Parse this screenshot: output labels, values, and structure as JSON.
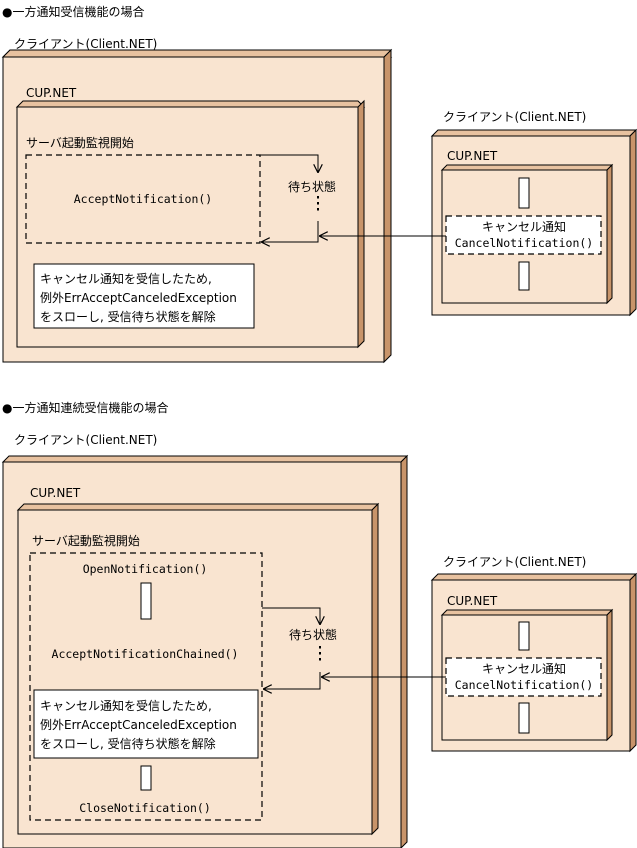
{
  "diagram1": {
    "section_title": "●一方通知受信機能の場合",
    "server_client_label": "クライアント(Client.NET)",
    "server_cup_label": "CUP.NET",
    "monitor_label": "サーバ起動監視開始",
    "accept_method": "AcceptNotification()",
    "wait_label": "待ち状態",
    "note_lines": [
      "キャンセル通知を受信したため,",
      "例外ErrAcceptCanceledException",
      "をスローし, 受信待ち状態を解除"
    ],
    "remote_client_label": "クライアント(Client.NET)",
    "remote_cup_label": "CUP.NET",
    "cancel_label": "キャンセル通知",
    "cancel_method": "CancelNotification()"
  },
  "diagram2": {
    "section_title": "●一方通知連続受信機能の場合",
    "server_client_label": "クライアント(Client.NET)",
    "server_cup_label": "CUP.NET",
    "monitor_label": "サーバ起動監視開始",
    "open_method": "OpenNotification()",
    "accept_method": "AcceptNotificationChained()",
    "close_method": "CloseNotification()",
    "wait_label": "待ち状態",
    "note_lines": [
      "キャンセル通知を受信したため,",
      "例外ErrAcceptCanceledException",
      "をスローし, 受信待ち状態を解除"
    ],
    "remote_client_label": "クライアント(Client.NET)",
    "remote_cup_label": "CUP.NET",
    "cancel_label": "キャンセル通知",
    "cancel_method": "CancelNotification()"
  },
  "colors": {
    "node_face": "#f9e4d0",
    "node_side": "#c8946a",
    "node_top": "#e8c2a0"
  }
}
